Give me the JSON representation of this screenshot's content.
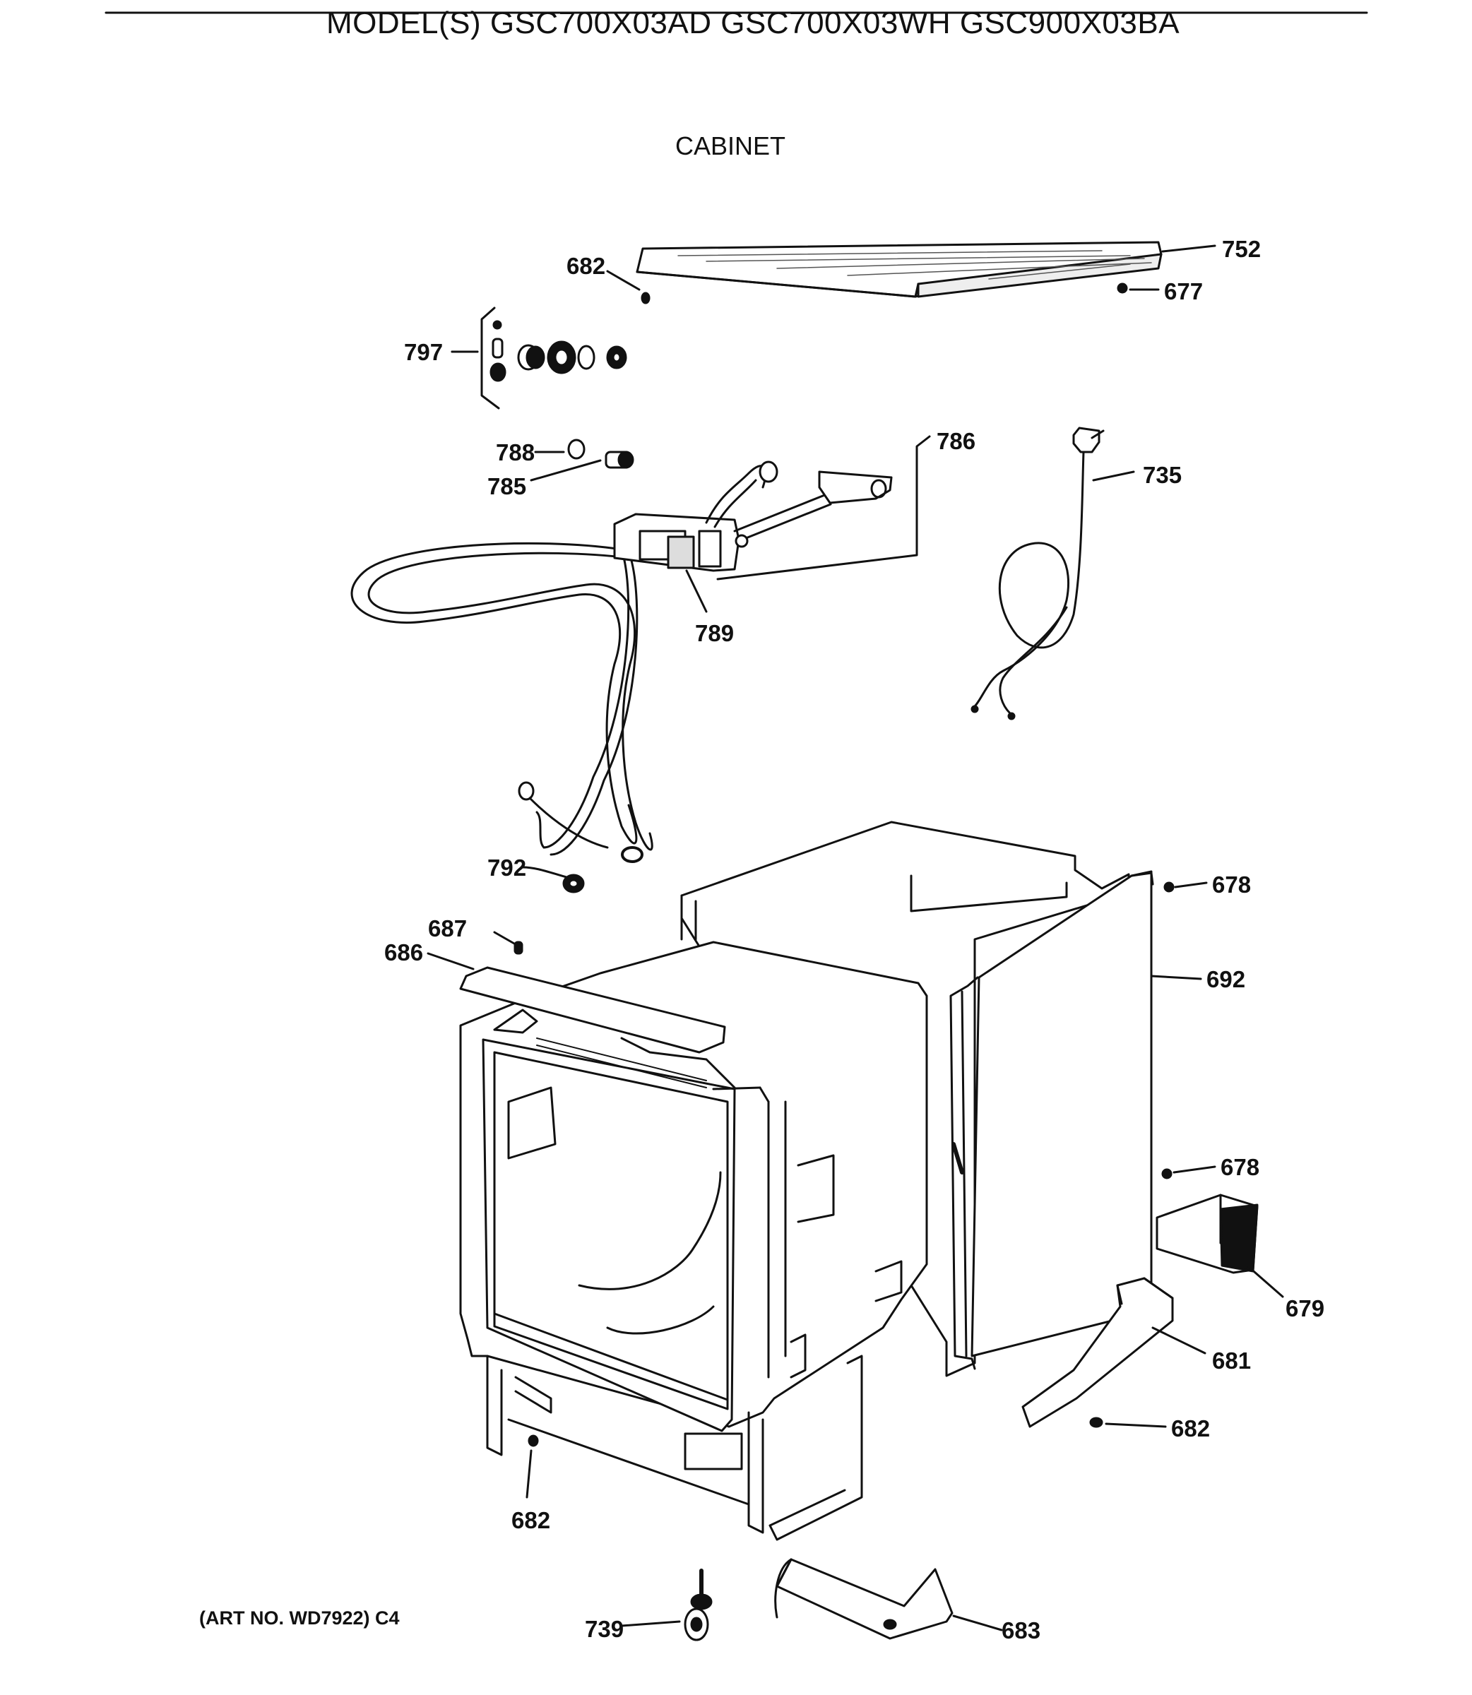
{
  "header": {
    "models_line": "MODEL(S) GSC700X03AD  GSC700X03WH  GSC900X03BA",
    "section": "CABINET"
  },
  "footer": {
    "art_number": "(ART NO. WD7922) C4"
  },
  "callouts": {
    "c682_top": "682",
    "c752": "752",
    "c677": "677",
    "c797": "797",
    "c788": "788",
    "c785": "785",
    "c786": "786",
    "c735": "735",
    "c789": "789",
    "c792": "792",
    "c678_upper": "678",
    "c687": "687",
    "c686": "686",
    "c692": "692",
    "c678_lower": "678",
    "c679": "679",
    "c681": "681",
    "c682_right": "682",
    "c682_bottom": "682",
    "c739": "739",
    "c683": "683"
  }
}
